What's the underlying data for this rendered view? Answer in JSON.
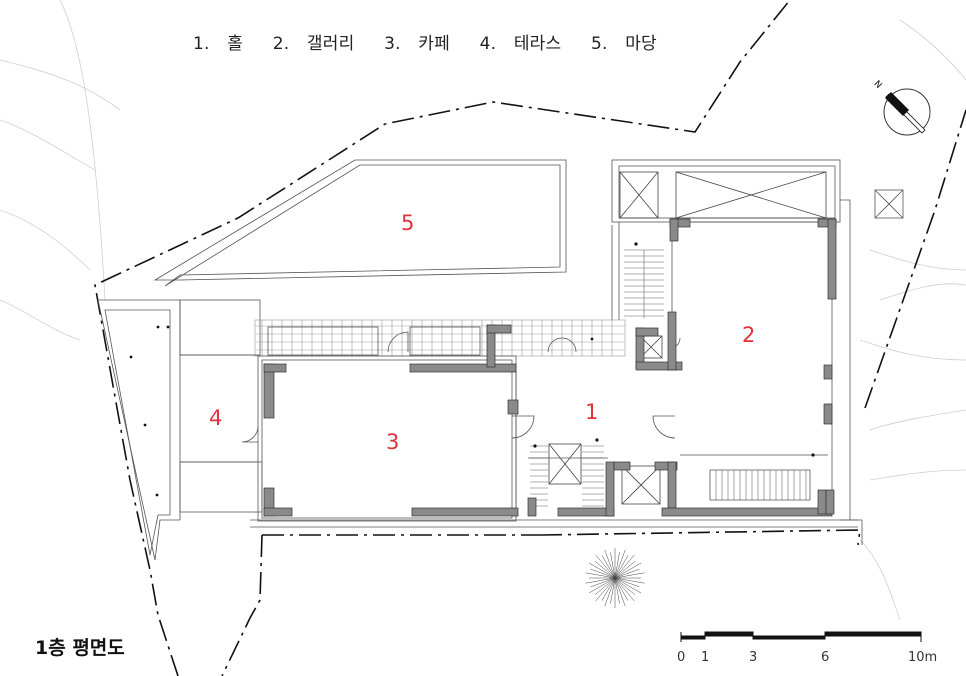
{
  "legend": [
    {
      "number": "1.",
      "name": "홀"
    },
    {
      "number": "2.",
      "name": "갤러리"
    },
    {
      "number": "3.",
      "name": "카페"
    },
    {
      "number": "4.",
      "name": "테라스"
    },
    {
      "number": "5.",
      "name": "마당"
    }
  ],
  "rooms": [
    "1",
    "2",
    "3",
    "4",
    "5"
  ],
  "plan_title": "1층 평면도",
  "north_label": "N",
  "scale_bar": {
    "ticks": [
      "0",
      "1",
      "3",
      "6",
      "10m"
    ],
    "unit": "m"
  },
  "colors": {
    "room_numbers": "#e0323c",
    "walls": "#8a8a8a",
    "lines": "#333333"
  }
}
